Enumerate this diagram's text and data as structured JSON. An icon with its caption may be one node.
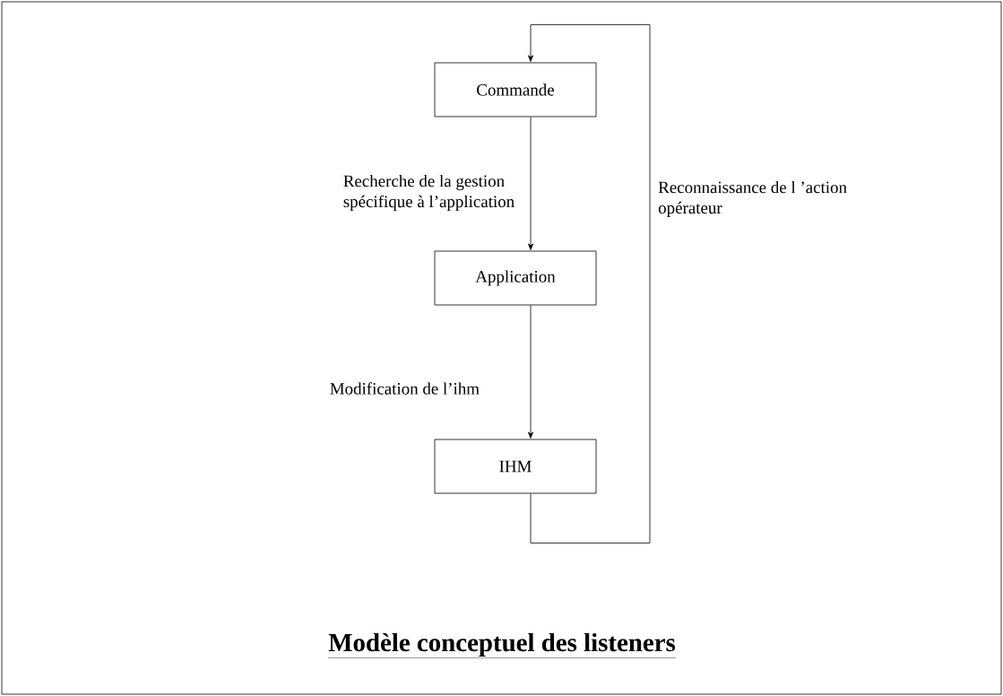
{
  "diagram": {
    "title": "Modèle conceptuel des listeners",
    "nodes": [
      {
        "text": [
          "Commande"
        ]
      },
      {
        "text": [
          "Application"
        ]
      },
      {
        "text": [
          "IHM"
        ]
      }
    ],
    "edges": [
      {
        "from": 0,
        "to": 1,
        "arrow": "to",
        "label": "Recherche de la gestion spécifique à l’application"
      },
      {
        "from": 1,
        "to": 2,
        "arrow": "to",
        "label": "Modification de l’ihm"
      },
      {
        "from": 2,
        "to": 0,
        "arrow": "to",
        "label": "Reconnaissance de l ’action opérateur"
      }
    ]
  }
}
